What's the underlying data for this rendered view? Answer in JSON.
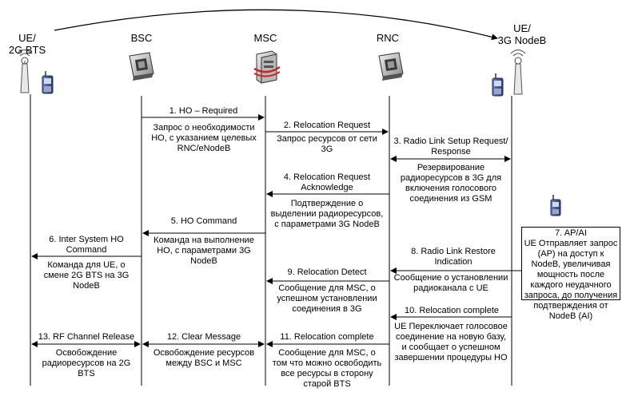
{
  "entities": [
    {
      "id": "ue2g",
      "line1": "UE/",
      "line2": "2G BTS"
    },
    {
      "id": "bsc",
      "line1": "BSC",
      "line2": ""
    },
    {
      "id": "msc",
      "line1": "MSC",
      "line2": ""
    },
    {
      "id": "rnc",
      "line1": "RNC",
      "line2": ""
    },
    {
      "id": "ue3g",
      "line1": "UE/",
      "line2": "3G NodeB"
    }
  ],
  "messages": [
    {
      "label": "1. HO – Required",
      "desc": [
        "Запрос о необходимости",
        "HO, с указанием целевых",
        "RNC/eNodeB"
      ]
    },
    {
      "label": "2. Relocation Request",
      "desc": [
        "Запрос ресурсов от сети",
        "3G"
      ]
    },
    {
      "label": [
        "3. Radio Link Setup Request/",
        "Response"
      ],
      "desc": [
        "Резервирование",
        "радиоресурсов в 3G для",
        "включения голосового",
        "соединения из GSM"
      ]
    },
    {
      "label": [
        "4. Relocation Request",
        "Acknowledge"
      ],
      "desc": [
        "Подтверждение о",
        "выделении радиоресурсов,",
        "с параметрами 3G NodeB"
      ]
    },
    {
      "label": "5. HO Command",
      "desc": [
        "Команда на выполнение",
        "HO, с параметрами 3G",
        "NodeB"
      ]
    },
    {
      "label": [
        "6. Inter System HO",
        "Command"
      ],
      "desc": [
        "Команда для UE, о",
        "смене 2G BTS на 3G",
        "NodeB"
      ]
    },
    {
      "label": [
        "8. Radio Link Restore",
        "Indication"
      ],
      "desc": [
        "Сообщение о установлении",
        "радиоканала с UE"
      ]
    },
    {
      "label": "9. Relocation Detect",
      "desc": [
        "Сообщение для MSC, о",
        "успешном установлении",
        "соединения в 3G"
      ]
    },
    {
      "label": "10. Relocation complete",
      "desc": [
        "UE Переключает голосовое",
        "соединение на новую базу,",
        "и сообщает о успешном",
        "завершении процедуры HO"
      ]
    },
    {
      "label": "11. Relocation complete",
      "desc": [
        "Сообщение для MSC, о",
        "том что можно освободить",
        "все ресурсы в сторону",
        "старой BTS"
      ]
    },
    {
      "label": "12. Clear Message",
      "desc": [
        "Освобождение ресурсов",
        "между BSC и MSC"
      ]
    },
    {
      "label": "13. RF Channel Release",
      "desc": [
        "Освобождение",
        "радиоресурсов на 2G",
        "BTS"
      ]
    }
  ],
  "note": {
    "title": "7. AP/AI",
    "text": "UE Отправляет запрос (AP) на доступ к NodeB, увеличивая мощность после каждого неудачного запроса, до получения подтверждения от NodeB (AI)"
  },
  "icons": [
    "bts-tower-icon",
    "mobile-phone-icon",
    "bsc-device-icon",
    "msc-server-icon",
    "rnc-device-icon",
    "nodeb-tower-icon"
  ]
}
